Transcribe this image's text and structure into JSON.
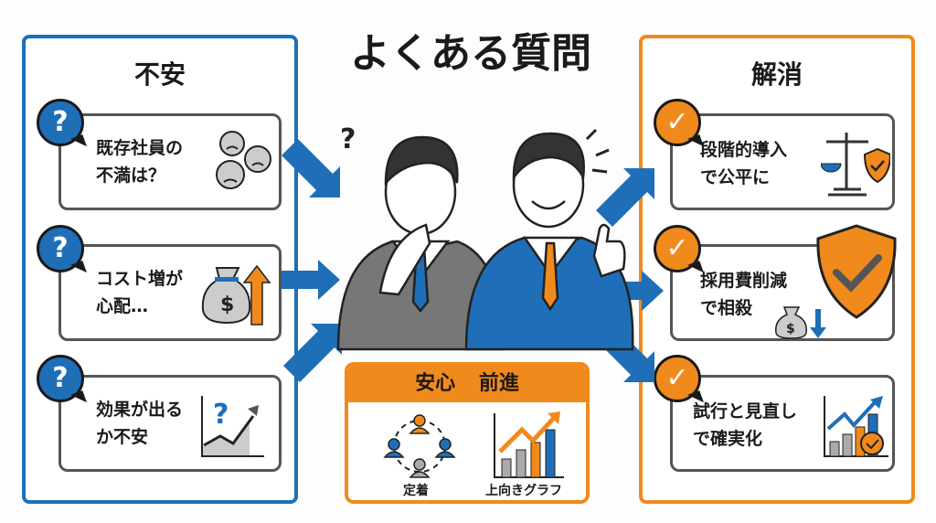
{
  "title": "よくある質問",
  "left": {
    "title": "不安",
    "items": [
      {
        "text": "既存社員の\n不満は？",
        "icon": "angry-faces-icon"
      },
      {
        "text": "コスト増が\n心配…",
        "icon": "money-bag-up-icon"
      },
      {
        "text": "効果が出る\nか不安",
        "icon": "uncertain-chart-icon"
      }
    ],
    "bubble_glyph": "?"
  },
  "right": {
    "title": "解消",
    "items": [
      {
        "text": "段階的導入\nで公平に",
        "icon": "scale-shield-icon"
      },
      {
        "text": "採用費削減\nで相殺",
        "icon": "shield-money-down-icon"
      },
      {
        "text": "試行と見直し\nで確実化",
        "icon": "growth-chart-check-icon"
      }
    ],
    "bubble_glyph": "✓"
  },
  "center": {
    "worried_mark": "?",
    "result": {
      "title": "安心 前進",
      "items": [
        {
          "label": "定着",
          "icon": "team-circle-icon"
        },
        {
          "label": "上向きグラフ",
          "icon": "bar-chart-up-icon"
        }
      ]
    }
  },
  "colors": {
    "blue": "#1e6fb8",
    "orange": "#f08a1c"
  }
}
